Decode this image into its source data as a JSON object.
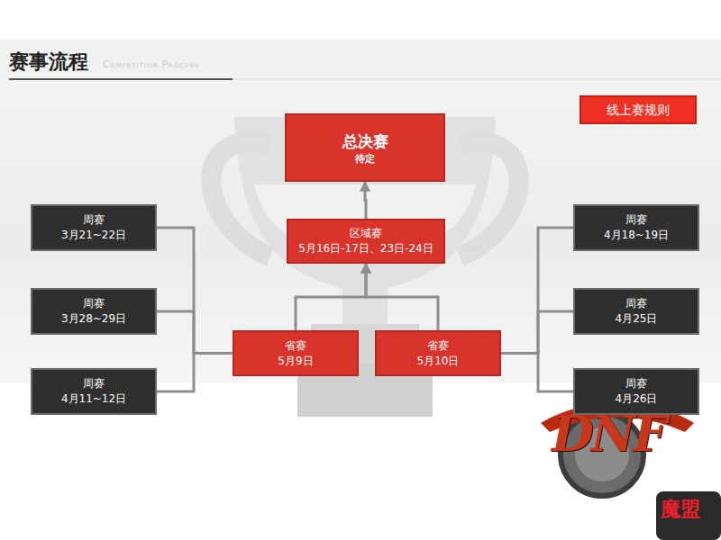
{
  "diagram": {
    "title": "赛事流程",
    "nodes": [
      {
        "text": [
          "线上赛规则"
        ]
      },
      {
        "text": [
          "总决赛",
          "待定"
        ]
      },
      {
        "text": [
          "区域赛",
          "5月16日-17日、23日-24日"
        ]
      },
      {
        "text": [
          "省赛",
          "5月9日"
        ]
      },
      {
        "text": [
          "省赛",
          "5月10日"
        ]
      },
      {
        "text": [
          "周赛",
          "3月21~22日"
        ]
      },
      {
        "text": [
          "周赛",
          "3月28~29日"
        ]
      },
      {
        "text": [
          "周赛",
          "4月11~12日"
        ]
      },
      {
        "text": [
          "周赛",
          "4月18~19日"
        ]
      },
      {
        "text": [
          "周赛",
          "4月25日"
        ]
      },
      {
        "text": [
          "周赛",
          "4月26日"
        ]
      }
    ],
    "edges": [
      {
        "from": 5,
        "to": 3,
        "arrow": "none"
      },
      {
        "from": 6,
        "to": 3,
        "arrow": "none"
      },
      {
        "from": 7,
        "to": 3,
        "arrow": "none"
      },
      {
        "from": 8,
        "to": 4,
        "arrow": "none"
      },
      {
        "from": 9,
        "to": 4,
        "arrow": "none"
      },
      {
        "from": 10,
        "to": 4,
        "arrow": "none"
      },
      {
        "from": 3,
        "to": 2,
        "arrow": "to"
      },
      {
        "from": 4,
        "to": 2,
        "arrow": "to"
      },
      {
        "from": 2,
        "to": 1,
        "arrow": "to"
      }
    ],
    "labels": [
      "Competition Process",
      "DNF",
      "魔盟"
    ]
  }
}
